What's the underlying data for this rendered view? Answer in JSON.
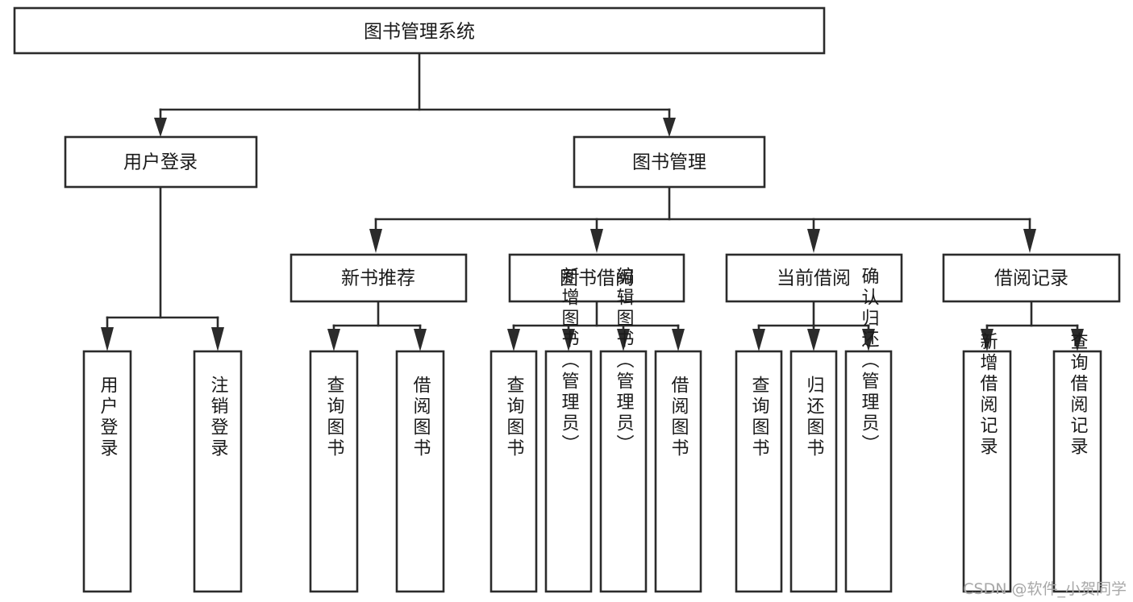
{
  "diagram": {
    "type": "tree-hierarchy-diagram",
    "title": "图书管理系统",
    "orientation": "top-down",
    "levels": 4,
    "background_color": "#ffffff",
    "box_stroke_color": "#2b2b2b",
    "box_fill_color": "#ffffff",
    "text_color": "#1a1a1a"
  },
  "nodes": {
    "root": {
      "label": "图书管理系统",
      "level": 1,
      "orientation": "horizontal"
    },
    "level2": [
      {
        "id": "user-login",
        "label": "用户登录",
        "orientation": "horizontal"
      },
      {
        "id": "book-manage",
        "label": "图书管理",
        "orientation": "horizontal"
      }
    ],
    "level3": [
      {
        "id": "new-book-recommend",
        "label": "新书推荐",
        "parent": "book-manage",
        "orientation": "horizontal"
      },
      {
        "id": "book-borrow",
        "label": "图书借阅",
        "parent": "book-manage",
        "orientation": "horizontal"
      },
      {
        "id": "current-borrow",
        "label": "当前借阅",
        "parent": "book-manage",
        "orientation": "horizontal"
      },
      {
        "id": "borrow-record",
        "label": "借阅记录",
        "parent": "book-manage",
        "orientation": "horizontal"
      }
    ],
    "leaves": [
      {
        "id": "leaf-user-login",
        "label": "用户登录",
        "parent": "user-login",
        "orientation": "vertical"
      },
      {
        "id": "leaf-logout-login",
        "label": "注销登录",
        "parent": "user-login",
        "orientation": "vertical"
      },
      {
        "id": "leaf-query-book-1",
        "label": "查询图书",
        "parent": "new-book-recommend",
        "orientation": "vertical"
      },
      {
        "id": "leaf-borrow-book-1",
        "label": "借阅图书",
        "parent": "new-book-recommend",
        "orientation": "vertical"
      },
      {
        "id": "leaf-query-book-2",
        "label": "查询图书",
        "parent": "book-borrow",
        "orientation": "vertical"
      },
      {
        "id": "leaf-add-book",
        "label": "新增图书（管理员）",
        "parent": "book-borrow",
        "orientation": "vertical"
      },
      {
        "id": "leaf-edit-book",
        "label": "编辑图书（管理员）",
        "parent": "book-borrow",
        "orientation": "vertical"
      },
      {
        "id": "leaf-borrow-book-2",
        "label": "借阅图书",
        "parent": "book-borrow",
        "orientation": "vertical"
      },
      {
        "id": "leaf-query-book-3",
        "label": "查询图书",
        "parent": "current-borrow",
        "orientation": "vertical"
      },
      {
        "id": "leaf-return-book",
        "label": "归还图书",
        "parent": "current-borrow",
        "orientation": "vertical"
      },
      {
        "id": "leaf-confirm-return",
        "label": "确认归还（管理员）",
        "parent": "current-borrow",
        "orientation": "vertical"
      },
      {
        "id": "leaf-add-record",
        "label": "新增借阅记录",
        "parent": "borrow-record",
        "orientation": "vertical"
      },
      {
        "id": "leaf-query-record",
        "label": "查询借阅记录",
        "parent": "borrow-record",
        "orientation": "vertical"
      }
    ]
  },
  "watermark": {
    "text": "CSDN @软件_小贺同学",
    "color": "#a8a8a8"
  }
}
